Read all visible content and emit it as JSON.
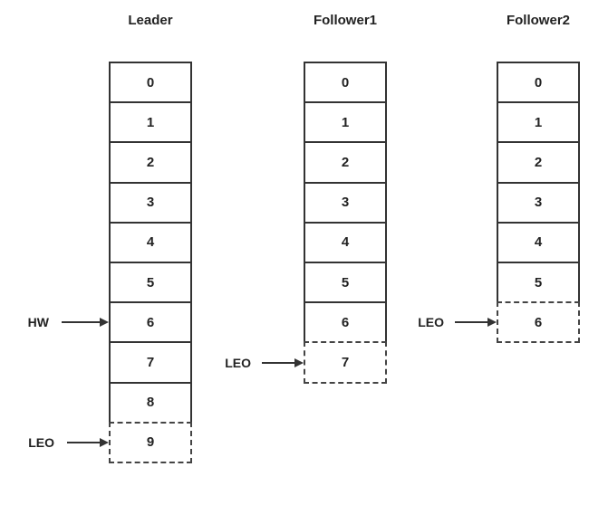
{
  "replicas": [
    {
      "name": "Leader",
      "cells": [
        "0",
        "1",
        "2",
        "3",
        "4",
        "5",
        "6",
        "7",
        "8",
        "9"
      ],
      "pending_from": 9,
      "pointers": [
        {
          "label": "HW",
          "at": 6
        },
        {
          "label": "LEO",
          "at": 9
        }
      ]
    },
    {
      "name": "Follower1",
      "cells": [
        "0",
        "1",
        "2",
        "3",
        "4",
        "5",
        "6",
        "7"
      ],
      "pending_from": 7,
      "pointers": [
        {
          "label": "LEO",
          "at": 7
        }
      ]
    },
    {
      "name": "Follower2",
      "cells": [
        "0",
        "1",
        "2",
        "3",
        "4",
        "5",
        "6"
      ],
      "pending_from": 6,
      "pointers": [
        {
          "label": "LEO",
          "at": 6
        }
      ]
    }
  ]
}
